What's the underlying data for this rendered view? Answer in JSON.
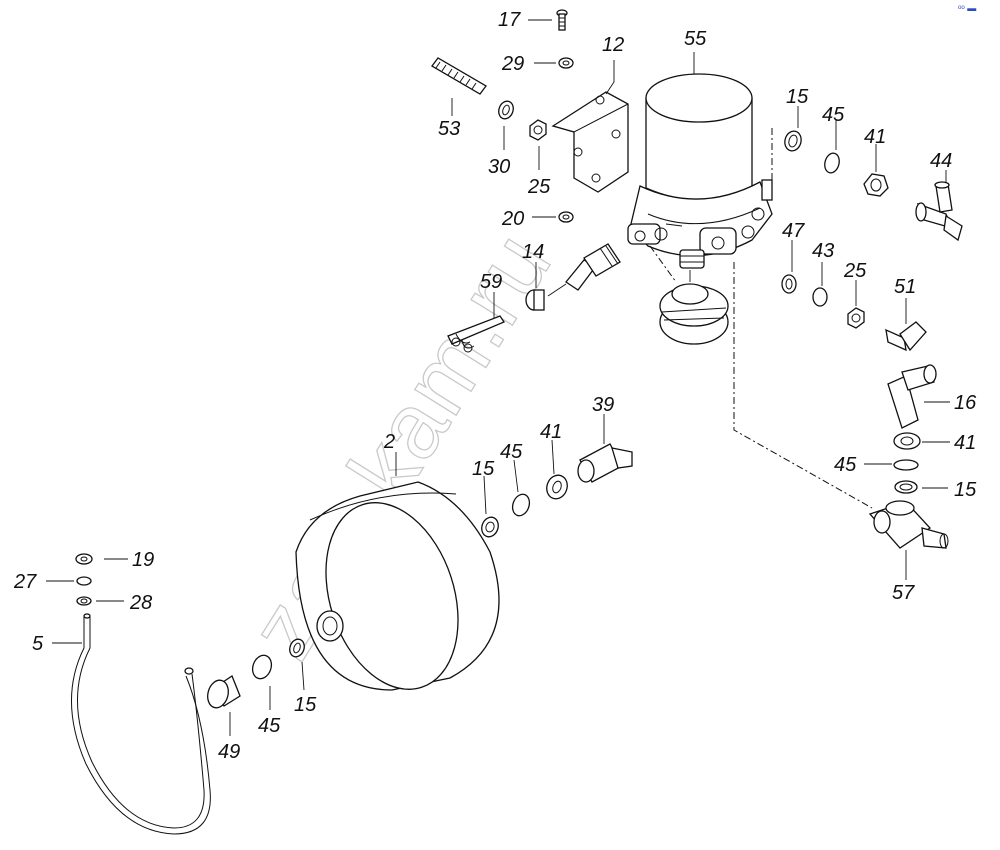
{
  "watermark": "zap-kam.ru",
  "corner_mark": "ᵒᵒ ▬",
  "callouts": {
    "c17": "17",
    "c29": "29",
    "c12": "12",
    "c55": "55",
    "c53": "53",
    "c30": "30",
    "c25a": "25",
    "c20": "20",
    "c15a": "15",
    "c45a": "45",
    "c41a": "41",
    "c44": "44",
    "c47": "47",
    "c43": "43",
    "c25b": "25",
    "c51": "51",
    "c14": "14",
    "c59": "59",
    "c16": "16",
    "c41b": "41",
    "c45b": "45",
    "c15b": "15",
    "c57": "57",
    "c39": "39",
    "c41c": "41",
    "c45c": "45",
    "c15c": "15",
    "c2": "2",
    "c19": "19",
    "c27": "27",
    "c28": "28",
    "c5": "5",
    "c49": "49",
    "c45d": "45",
    "c15d": "15"
  }
}
